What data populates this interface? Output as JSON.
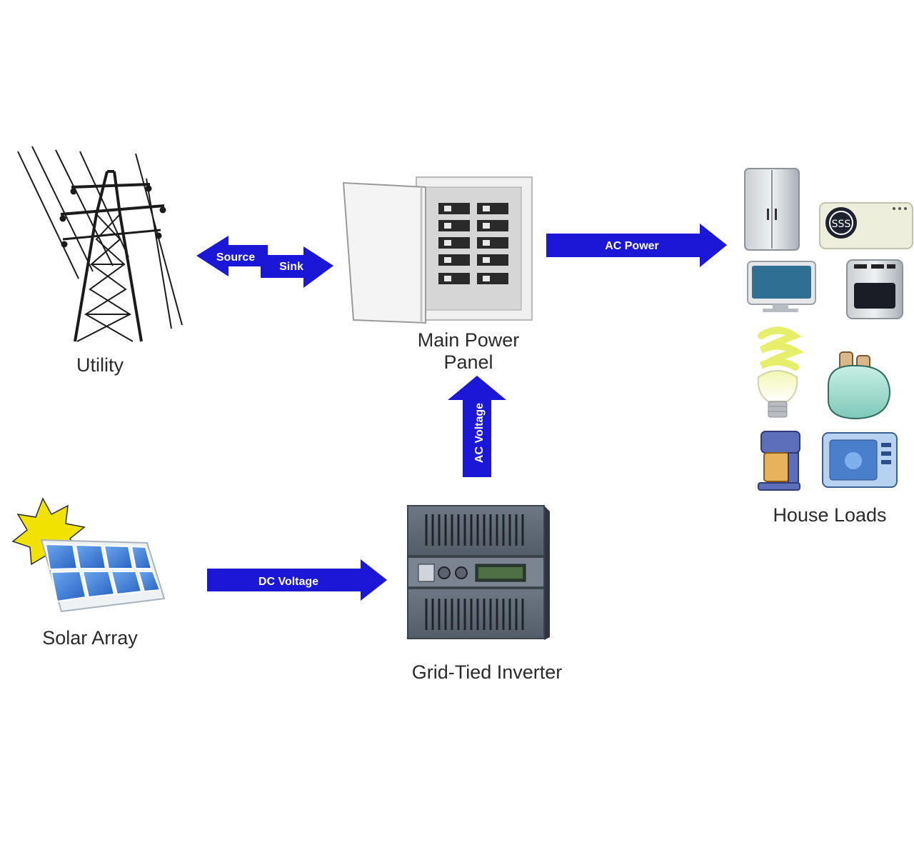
{
  "nodes": {
    "utility": {
      "label": "Utility"
    },
    "main_panel": {
      "label_line1": "Main Power",
      "label_line2": "Panel"
    },
    "house_loads": {
      "label": "House Loads"
    },
    "solar_array": {
      "label": "Solar Array"
    },
    "inverter": {
      "label": "Grid-Tied Inverter"
    }
  },
  "edges": {
    "source": "Source",
    "sink": "Sink",
    "ac_power": "AC Power",
    "ac_voltage": "AC Voltage",
    "dc_voltage": "DC Voltage"
  },
  "colors": {
    "arrow": "#1a17d6",
    "panel": "#d9d9d9",
    "screen": "#2f6f93",
    "solar_cell": "#3a7fd8",
    "sun": "#f2e200"
  }
}
